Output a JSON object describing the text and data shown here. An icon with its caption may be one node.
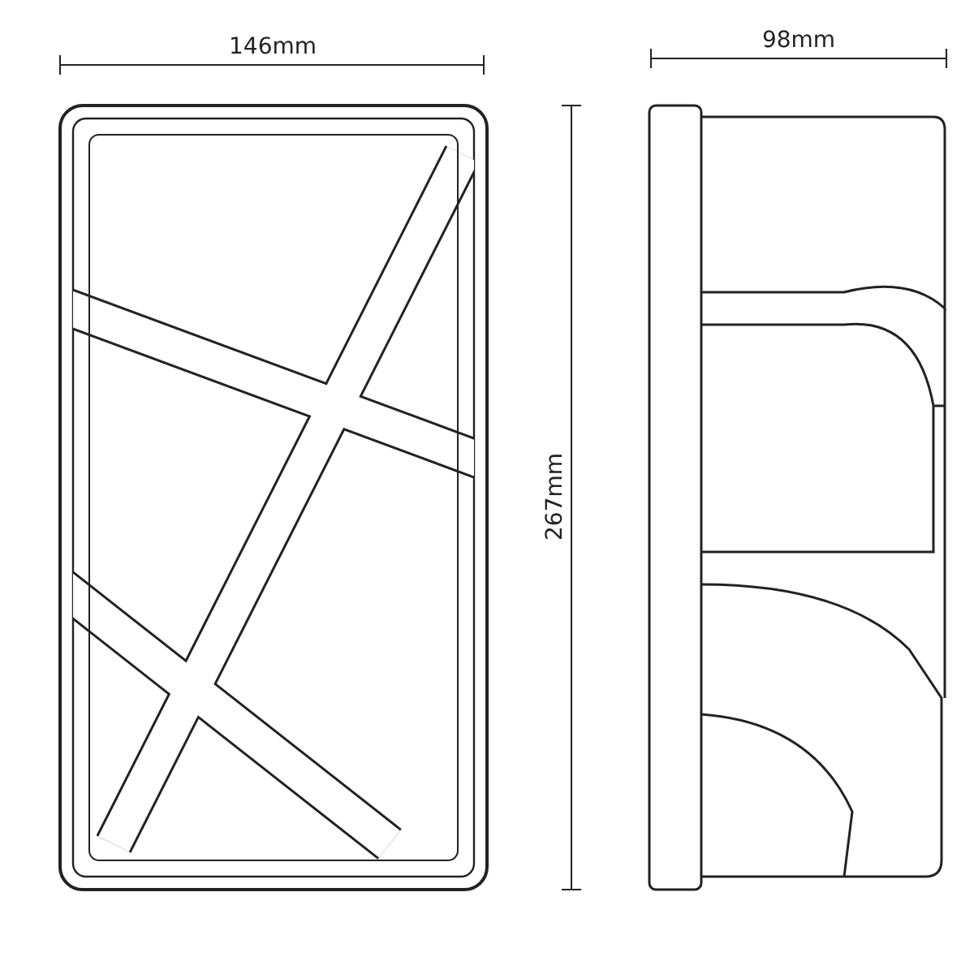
{
  "diagram": {
    "labels": [
      "146mm",
      "98mm",
      "267mm"
    ]
  }
}
